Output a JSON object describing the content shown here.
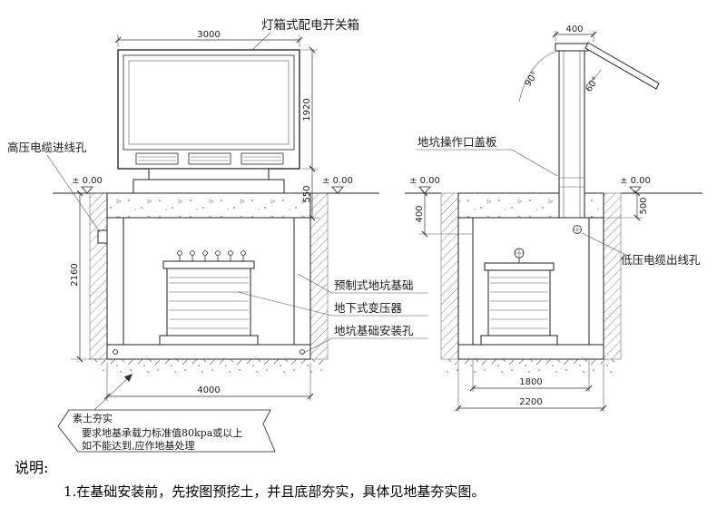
{
  "labels": {
    "switch_box": "灯箱式配电开关箱",
    "hv_cable_inlet": "高压电缆进线孔",
    "pit_cover_plate": "地坑操作口盖板",
    "lv_cable_outlet": "低压电缆出线孔",
    "precast_pit_foundation": "预制式地坑基础",
    "underground_transformer": "地下式变压器",
    "pit_foundation_mounting_hole": "地坑基础安装孔"
  },
  "callout": {
    "line1": "素土夯实",
    "line2": "要求地基承载力标准值80kpa或以上",
    "line3": "如不能达到,应作地基处理"
  },
  "notes": {
    "heading": "说明:",
    "item1": "1.在基础安装前，先按图预挖土，并且底部夯实，具体见地基夯实图。"
  },
  "dims": {
    "front": {
      "width_top": "3000",
      "box_height": "1920",
      "base_height": "550",
      "pit_depth": "2160",
      "pit_width": "4000",
      "level_left": "± 0.00",
      "level_right": "± 0.00"
    },
    "side": {
      "cover_width": "400",
      "swing_angle": "90°",
      "lid_angle": "60°",
      "opening_depth": "400",
      "slab_depth": "500",
      "inner_width": "1800",
      "outer_width": "2200",
      "level_left": "± 0.00",
      "level_right": "± 0.00"
    }
  }
}
